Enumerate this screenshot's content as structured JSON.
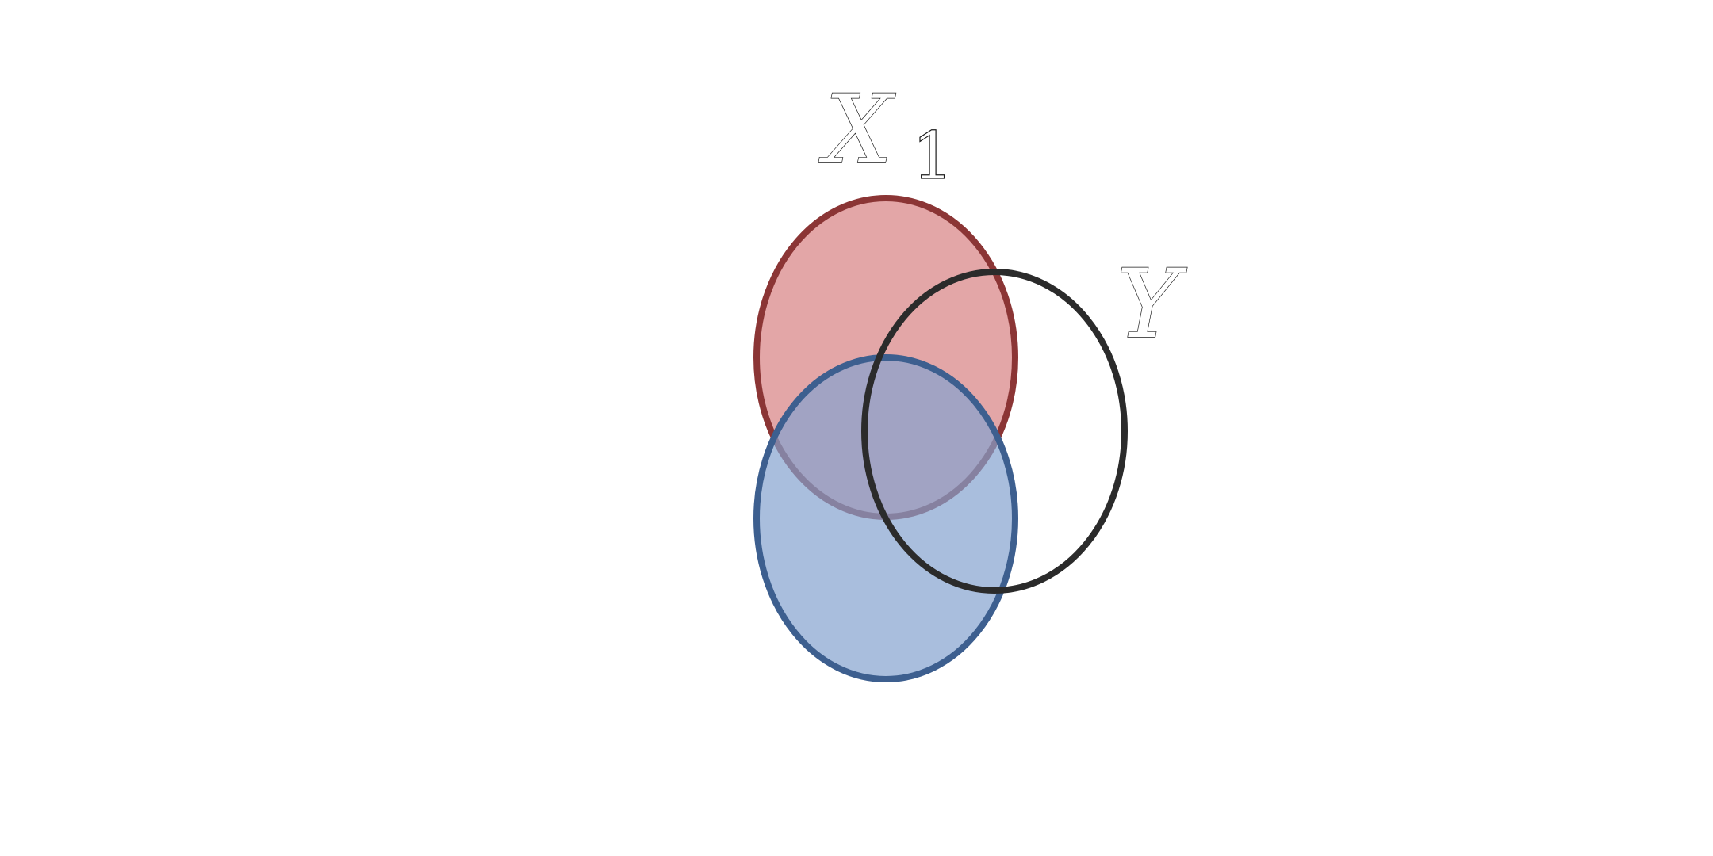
{
  "diagram": {
    "type": "venn",
    "sets": [
      {
        "id": "x1",
        "label": "X",
        "label_subscript": "1",
        "fill": "#d9888a",
        "fill_opacity": 0.75,
        "stroke": "#8b3535"
      },
      {
        "id": "x2",
        "label": "",
        "fill": "#85a3cf",
        "fill_opacity": 0.7,
        "stroke": "#3d5f8f"
      },
      {
        "id": "y",
        "label": "Y",
        "fill": "none",
        "stroke": "#2b2b2b"
      }
    ]
  }
}
